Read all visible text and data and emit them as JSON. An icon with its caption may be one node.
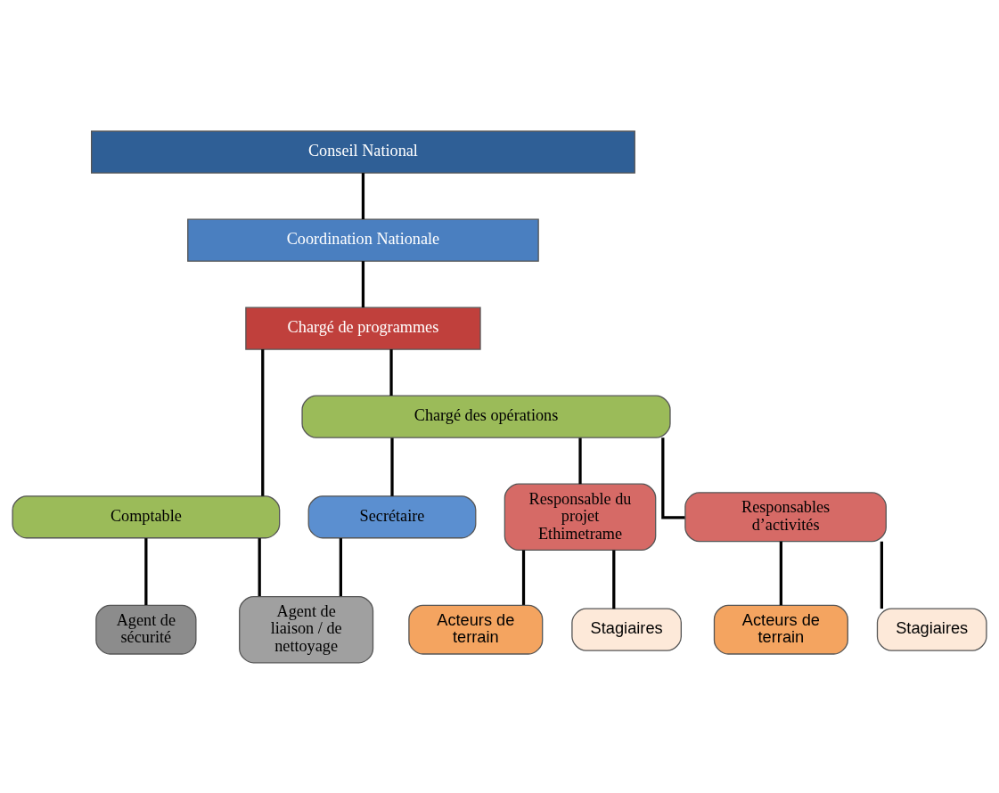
{
  "diagram": {
    "nodes": [
      {
        "text": [
          "Conseil National"
        ]
      },
      {
        "text": [
          "Coordination Nationale"
        ]
      },
      {
        "text": [
          "Chargé de programmes"
        ]
      },
      {
        "text": [
          "Comptable"
        ]
      },
      {
        "text": [
          "Chargé des opérations"
        ]
      },
      {
        "text": [
          "Secrétaire"
        ]
      },
      {
        "text": [
          "Responsable du projet Ethimetrame"
        ]
      },
      {
        "text": [
          "Responsables d’activités"
        ]
      },
      {
        "text": [
          "Agent de sécurité"
        ]
      },
      {
        "text": [
          "Agent de liaison / de nettoyage"
        ]
      },
      {
        "text": [
          "Acteurs de terrain"
        ]
      },
      {
        "text": [
          "Stagiaires"
        ]
      },
      {
        "text": [
          "Acteurs de terrain"
        ]
      },
      {
        "text": [
          "Stagiaires"
        ]
      }
    ],
    "edges": [
      {
        "from": 0,
        "to": 1,
        "arrow": "none"
      },
      {
        "from": 1,
        "to": 2,
        "arrow": "none"
      },
      {
        "from": 2,
        "to": 3,
        "arrow": "none"
      },
      {
        "from": 2,
        "to": 4,
        "arrow": "none"
      },
      {
        "from": 3,
        "to": 8,
        "arrow": "none"
      },
      {
        "from": 3,
        "to": 9,
        "arrow": "none"
      },
      {
        "from": 5,
        "to": 9,
        "arrow": "none"
      },
      {
        "from": 4,
        "to": 5,
        "arrow": "none"
      },
      {
        "from": 4,
        "to": 6,
        "arrow": "none"
      },
      {
        "from": 4,
        "to": 7,
        "arrow": "none"
      },
      {
        "from": 6,
        "to": 10,
        "arrow": "none"
      },
      {
        "from": 6,
        "to": 11,
        "arrow": "none"
      },
      {
        "from": 7,
        "to": 12,
        "arrow": "none"
      },
      {
        "from": 7,
        "to": 13,
        "arrow": "none"
      }
    ]
  }
}
